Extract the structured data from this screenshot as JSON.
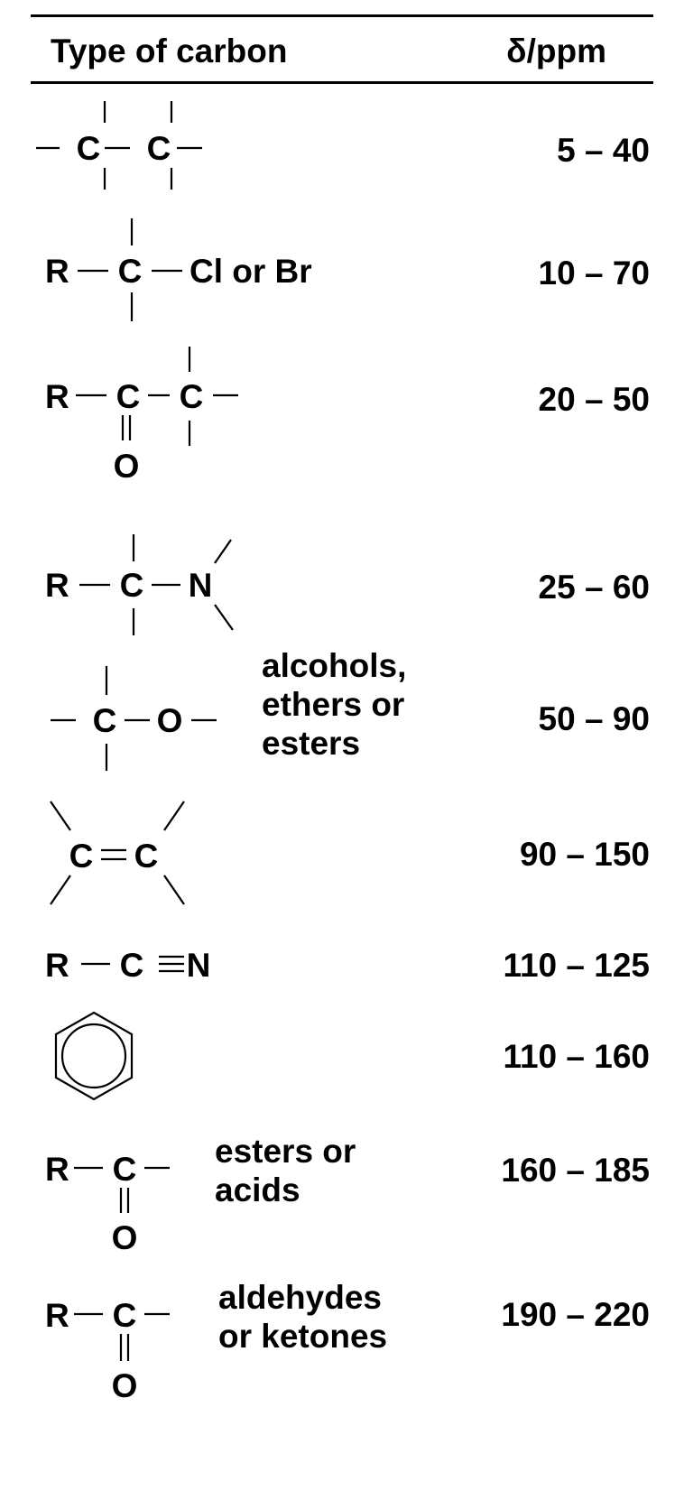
{
  "header": {
    "col_type": "Type of carbon",
    "col_shift": "δ/ppm"
  },
  "rows": [
    {
      "id": "cc-alkyl",
      "atoms": [
        "C",
        "C"
      ],
      "range": "5 – 40"
    },
    {
      "id": "c-halide",
      "atoms": [
        "R",
        "C",
        "Cl or Br"
      ],
      "range": "10 – 70"
    },
    {
      "id": "c-alpha-carbonyl",
      "atoms": [
        "R",
        "C",
        "C",
        "O"
      ],
      "range": "20 – 50"
    },
    {
      "id": "c-amine",
      "atoms": [
        "R",
        "C",
        "N"
      ],
      "range": "25 – 60"
    },
    {
      "id": "c-oxygen",
      "atoms": [
        "C",
        "O"
      ],
      "note": [
        "alcohols,",
        "ethers or",
        "esters"
      ],
      "range": "50 – 90"
    },
    {
      "id": "alkene",
      "atoms": [
        "C",
        "C"
      ],
      "range": "90 – 150"
    },
    {
      "id": "nitrile",
      "atoms": [
        "R",
        "C",
        "N"
      ],
      "range": "110 – 125"
    },
    {
      "id": "aromatic",
      "atoms": [],
      "range": "110 – 160"
    },
    {
      "id": "ester-acid",
      "atoms": [
        "R",
        "C",
        "O"
      ],
      "note": [
        "esters or",
        "acids"
      ],
      "range": "160 – 185"
    },
    {
      "id": "aldehyde-ketone",
      "atoms": [
        "R",
        "C",
        "O"
      ],
      "note": [
        "aldehydes",
        "or ketones"
      ],
      "range": "190 – 220"
    }
  ]
}
